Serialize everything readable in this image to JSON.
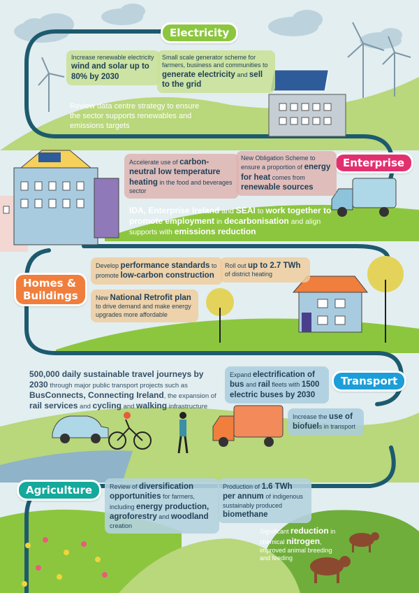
{
  "sections": {
    "electricity": {
      "title": "Electricity",
      "color": "#8cc63f",
      "item1": {
        "pre": "Increase renewable electricity",
        "bold": "wind and solar up to 80% by 2030"
      },
      "item2": {
        "pre": "Small scale generator scheme for farmers, business and communities to",
        "bold1": "generate electricity",
        "mid": "and",
        "bold2": "sell to the grid"
      },
      "item3": "Review data centre strategy to ensure the sector supports renewables and emissions targets"
    },
    "enterprise": {
      "title": "Enterprise",
      "color": "#e2306f",
      "item1": {
        "pre": "Accelerate use of",
        "bold": "carbon-neutral low temperature heating",
        "post": "in the food and beverages sector"
      },
      "item2": {
        "pre": "New Obligation Scheme to ensure a proportion of",
        "bold1": "energy for heat",
        "mid": "comes from",
        "bold2": "renewable sources"
      },
      "item3": {
        "bold1": "IDA, Enterprise Ireland",
        "mid1": "and",
        "bold2": "SEAI",
        "mid2": "to",
        "bold3": "work together to promote employment",
        "mid3": "in",
        "bold4": "decarbonisation",
        "mid4": "and align supports with",
        "bold5": "emissions reduction"
      }
    },
    "homes": {
      "title_line1": "Homes &",
      "title_line2": "Buildings",
      "color": "#f07e3c",
      "item1": {
        "pre": "Develop",
        "bold1": "performance standards",
        "mid": "to promote",
        "bold2": "low-carbon construction"
      },
      "item2": {
        "pre": "Roll out",
        "bold": "up to 2.7 TWh",
        "post": "of district heating"
      },
      "item3": {
        "pre": "New",
        "bold": "National Retrofit plan",
        "post": "to drive demand and make energy upgrades more affordable"
      }
    },
    "transport": {
      "title": "Transport",
      "color": "#1c9ed9",
      "item1": {
        "bold1": "500,000 daily sustainable travel journeys by 2030",
        "mid1": "through major public transport projects such as",
        "bold2": "BusConnects, Connecting Ireland",
        "mid2": ", the expansion of",
        "bold3": "rail services",
        "mid3": "and",
        "bold4": "cycling",
        "mid4": "and",
        "bold5": "walking",
        "post": "infrastructure"
      },
      "item2": {
        "pre": "Expand",
        "bold1": "electrification of bus",
        "mid1": "and",
        "bold2": "rail",
        "mid2": "fleets with",
        "bold3": "1500 electric buses by 2030"
      },
      "item3": {
        "pre": "Increase the",
        "bold1": "use of biofuel",
        "post": "s in transport"
      }
    },
    "agriculture": {
      "title": "Agriculture",
      "color": "#14a99b",
      "item1": {
        "pre": "Review of",
        "bold1": "diversification opportunities",
        "mid1": "for farmers, including",
        "bold2": "energy production, agroforestry",
        "mid2": "and",
        "bold3": "woodland",
        "post": "creation"
      },
      "item2": {
        "pre": "Production of",
        "bold": "1.6 TWh per annum",
        "mid": "of indigenous sustainably produced",
        "bold2": "biomethane"
      },
      "item3": {
        "pre": "Significant",
        "bold1": "reduction",
        "mid": "in chemical",
        "bold2": "nitrogen",
        "post": ", improved animal breeding and feeding"
      }
    }
  },
  "colors": {
    "road": "#1d5a6e",
    "grass": "#8cc63f",
    "grass_dark": "#6fae3a",
    "sky": "#e3eef0"
  }
}
